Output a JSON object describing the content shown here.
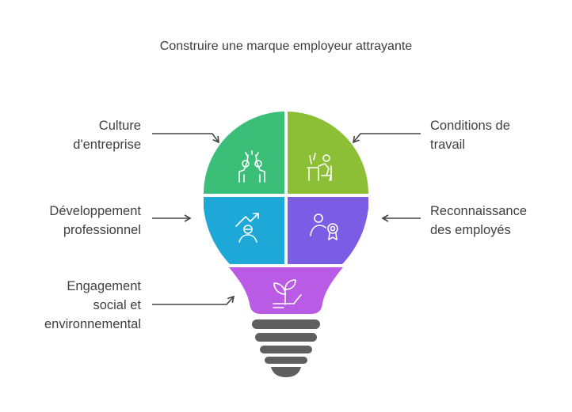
{
  "title": "Construire une marque employeur attrayante",
  "segments": [
    {
      "id": "culture",
      "lines": [
        "Culture",
        "d'entreprise"
      ],
      "color": "#3bbf78",
      "icon": "team-celebration-icon"
    },
    {
      "id": "conditions",
      "lines": [
        "Conditions de",
        "travail"
      ],
      "color": "#8cbf36",
      "icon": "desk-worker-icon"
    },
    {
      "id": "developpement",
      "lines": [
        "Développement",
        "professionnel"
      ],
      "color": "#1ea8d8",
      "icon": "growth-person-icon"
    },
    {
      "id": "reconnaissance",
      "lines": [
        "Reconnaissance",
        "des employés"
      ],
      "color": "#7b5ce5",
      "icon": "award-person-icon"
    },
    {
      "id": "engagement",
      "lines": [
        "Engagement",
        "social et",
        "environnemental"
      ],
      "color": "#b95be4",
      "icon": "plant-hand-icon"
    }
  ],
  "bulb_base_color": "#5f5f5f"
}
